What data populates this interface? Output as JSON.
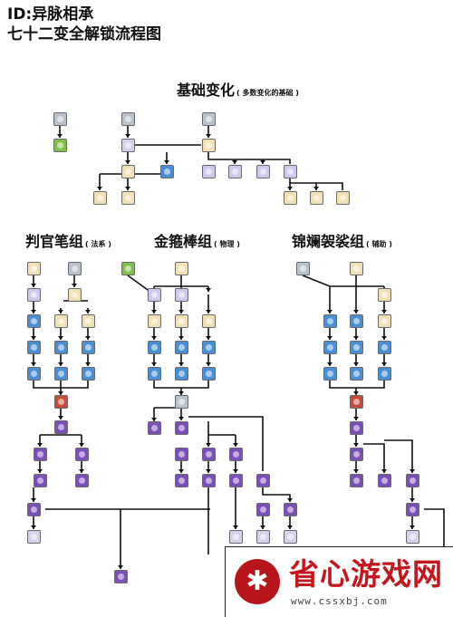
{
  "title_line1": "ID:异脉相承",
  "title_line2": "七十二变全解锁流程图",
  "sections": {
    "base": {
      "title": "基础变化",
      "note": "( 多数变化的基础 )"
    },
    "g1": {
      "title": "判官笔组",
      "note": "( 法系 )"
    },
    "g2": {
      "title": "金箍棒组",
      "note": "( 物理 )"
    },
    "g3": {
      "title": "锦斓袈裟组",
      "note": "( 辅助 )"
    }
  },
  "tier_colors": {
    "green": "#7fbf4a",
    "grey": "#b9c2cc",
    "cream": "#efe1b5",
    "lavender": "#cfc8ec",
    "blue": "#4a8fd6",
    "purple": "#7a4fb8",
    "pale": "#d6d0ea",
    "red": "#c84a3a",
    "line": "#111111"
  },
  "watermark": {
    "brand": "省心游戏网",
    "url": "www.cssxbj.com",
    "icon": "crab-icon"
  }
}
